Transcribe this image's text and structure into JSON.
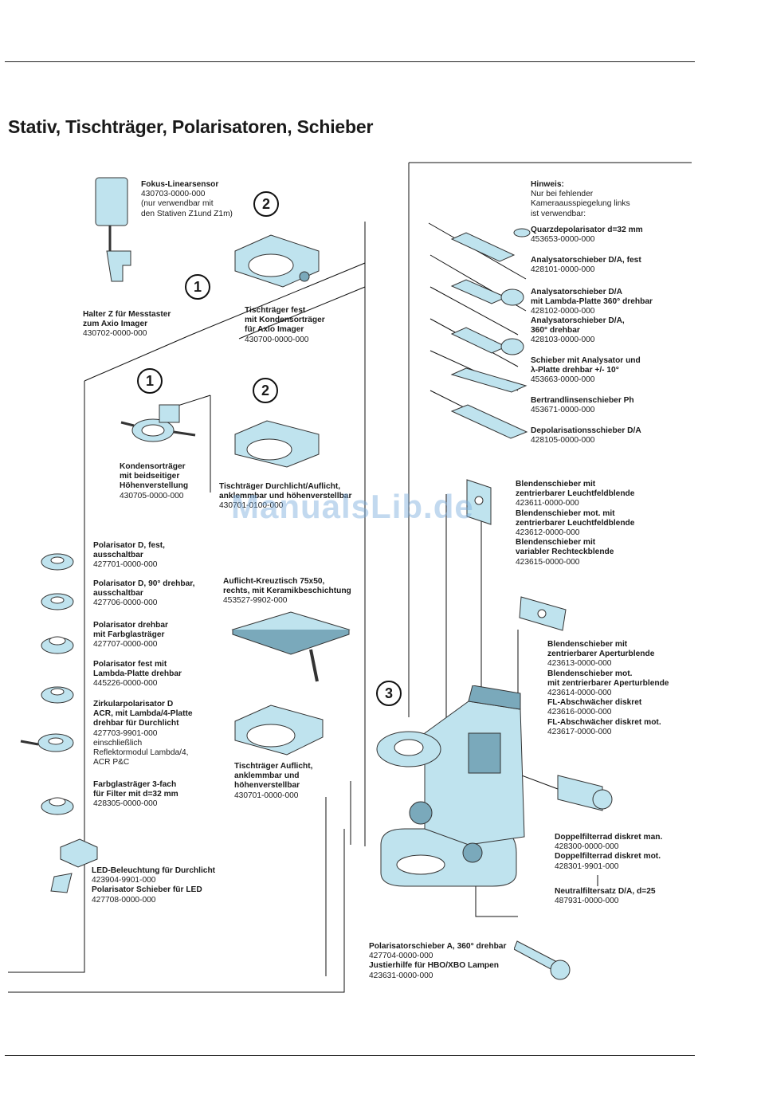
{
  "title": "Stativ, Tischträger, Polarisatoren, Schieber",
  "watermark": "ManualsLib.de",
  "callouts": [
    "1",
    "2",
    "1",
    "2",
    "3"
  ],
  "labels": {
    "fokus": {
      "title": [
        "Fokus-Linearsensor"
      ],
      "code": "430703-0000-000",
      "note": [
        "(nur verwendbar mit",
        "den Stativen Z1und Z1m)"
      ]
    },
    "halter": {
      "title": [
        "Halter Z für Messtaster",
        "zum Axio Imager"
      ],
      "code": "430702-0000-000"
    },
    "tischfest": {
      "title": [
        "Tischträger fest",
        "mit Kondensorträger",
        "für Axio Imager"
      ],
      "code": "430700-0000-000"
    },
    "kondensor": {
      "title": [
        "Kondensorträger",
        "mit beidseitiger",
        "Höhenverstellung"
      ],
      "code": "430705-0000-000"
    },
    "tischdurch": {
      "title": [
        "Tischträger Durchlicht/Auflicht,",
        "anklemmbar und höhenverstellbar"
      ],
      "code": "430701-0100-000"
    },
    "pol1": {
      "title": [
        "Polarisator D, fest,",
        "ausschaltbar"
      ],
      "code": "427701-0000-000"
    },
    "pol2": {
      "title": [
        "Polarisator D, 90° drehbar,",
        "ausschaltbar"
      ],
      "code": "427706-0000-000"
    },
    "pol3": {
      "title": [
        "Polarisator drehbar",
        "mit Farbglasträger"
      ],
      "code": "427707-0000-000"
    },
    "pol4": {
      "title": [
        "Polarisator fest mit",
        "Lambda-Platte drehbar"
      ],
      "code": "445226-0000-000"
    },
    "pol5": {
      "title": [
        "Zirkularpolarisator D",
        "ACR, mit Lambda/4-Platte",
        "drehbar für Durchlicht"
      ],
      "code": "427703-9901-000",
      "note": [
        "einschließlich",
        "Reflektormodul Lambda/4,",
        "ACR P&C"
      ]
    },
    "farbglas": {
      "title": [
        "Farbglasträger 3-fach",
        "für Filter mit d=32 mm"
      ],
      "code": "428305-0000-000"
    },
    "led": {
      "title": [
        "LED-Beleuchtung für Durchlicht"
      ],
      "code": "423904-9901-000",
      "title2": [
        "Polarisator Schieber für LED"
      ],
      "code2": "427708-0000-000"
    },
    "kreuztisch": {
      "title": [
        "Auflicht-Kreuztisch 75x50,",
        "rechts, mit Keramikbeschichtung"
      ],
      "code": "453527-9902-000"
    },
    "tischauf": {
      "title": [
        "Tischträger Auflicht,",
        "anklemmbar und",
        "höhenverstellbar"
      ],
      "code": "430701-0000-000"
    },
    "hinweis": {
      "title": [
        "Hinweis:"
      ],
      "note": [
        "Nur bei fehlender",
        "Kameraausspiegelung links",
        "ist verwendbar:"
      ]
    },
    "quarz": {
      "title": [
        "Quarzdepolarisator d=32 mm"
      ],
      "code": "453653-0000-000"
    },
    "anafest": {
      "title": [
        "Analysatorschieber D/A, fest"
      ],
      "code": "428101-0000-000"
    },
    "analambda": {
      "title": [
        "Analysatorschieber D/A",
        "mit Lambda-Platte 360° drehbar"
      ],
      "code": "428102-0000-000"
    },
    "ana360": {
      "title": [
        "Analysatorschieber D/A,",
        "360° drehbar"
      ],
      "code": "428103-0000-000"
    },
    "schieberana": {
      "title": [
        "Schieber mit Analysator und",
        "λ-Platte drehbar +/- 10°"
      ],
      "code": "453663-0000-000"
    },
    "bertrand": {
      "title": [
        "Bertrandlinsenschieber Ph"
      ],
      "code": "453671-0000-000"
    },
    "depol": {
      "title": [
        "Depolarisationsschieber D/A"
      ],
      "code": "428105-0000-000"
    },
    "blend1": {
      "title": [
        "Blendenschieber mit",
        "zentrierbarer Leuchtfeldblende"
      ],
      "code": "423611-0000-000"
    },
    "blend2": {
      "title": [
        "Blendenschieber mot. mit",
        "zentrierbarer Leuchtfeldblende"
      ],
      "code": "423612-0000-000"
    },
    "blend3": {
      "title": [
        "Blendenschieber mit",
        "variabler Rechteckblende"
      ],
      "code": "423615-0000-000"
    },
    "apert1": {
      "title": [
        "Blendenschieber mit",
        "zentrierbarer Aperturblende"
      ],
      "code": "423613-0000-000"
    },
    "apert2": {
      "title": [
        "Blendenschieber mot.",
        "mit zentrierbarer Aperturblende"
      ],
      "code": "423614-0000-000"
    },
    "fl1": {
      "title": [
        "FL-Abschwächer diskret"
      ],
      "code": "423616-0000-000"
    },
    "fl2": {
      "title": [
        "FL-Abschwächer diskret mot."
      ],
      "code": "423617-0000-000"
    },
    "doppel1": {
      "title": [
        "Doppelfilterrad diskret man."
      ],
      "code": "428300-0000-000"
    },
    "doppel2": {
      "title": [
        "Doppelfilterrad diskret mot."
      ],
      "code": "428301-9901-000"
    },
    "neutral": {
      "title": [
        "Neutralfiltersatz D/A, d=25"
      ],
      "code": "487931-0000-000"
    },
    "polschieber": {
      "title": [
        "Polarisatorschieber A, 360° drehbar"
      ],
      "code": "427704-0000-000"
    },
    "justier": {
      "title": [
        "Justierhilfe für HBO/XBO Lampen"
      ],
      "code": "423631-0000-000"
    }
  },
  "colors": {
    "part_fill": "#bfe3ee",
    "part_dark": "#7aa9bb",
    "line": "#111111"
  }
}
